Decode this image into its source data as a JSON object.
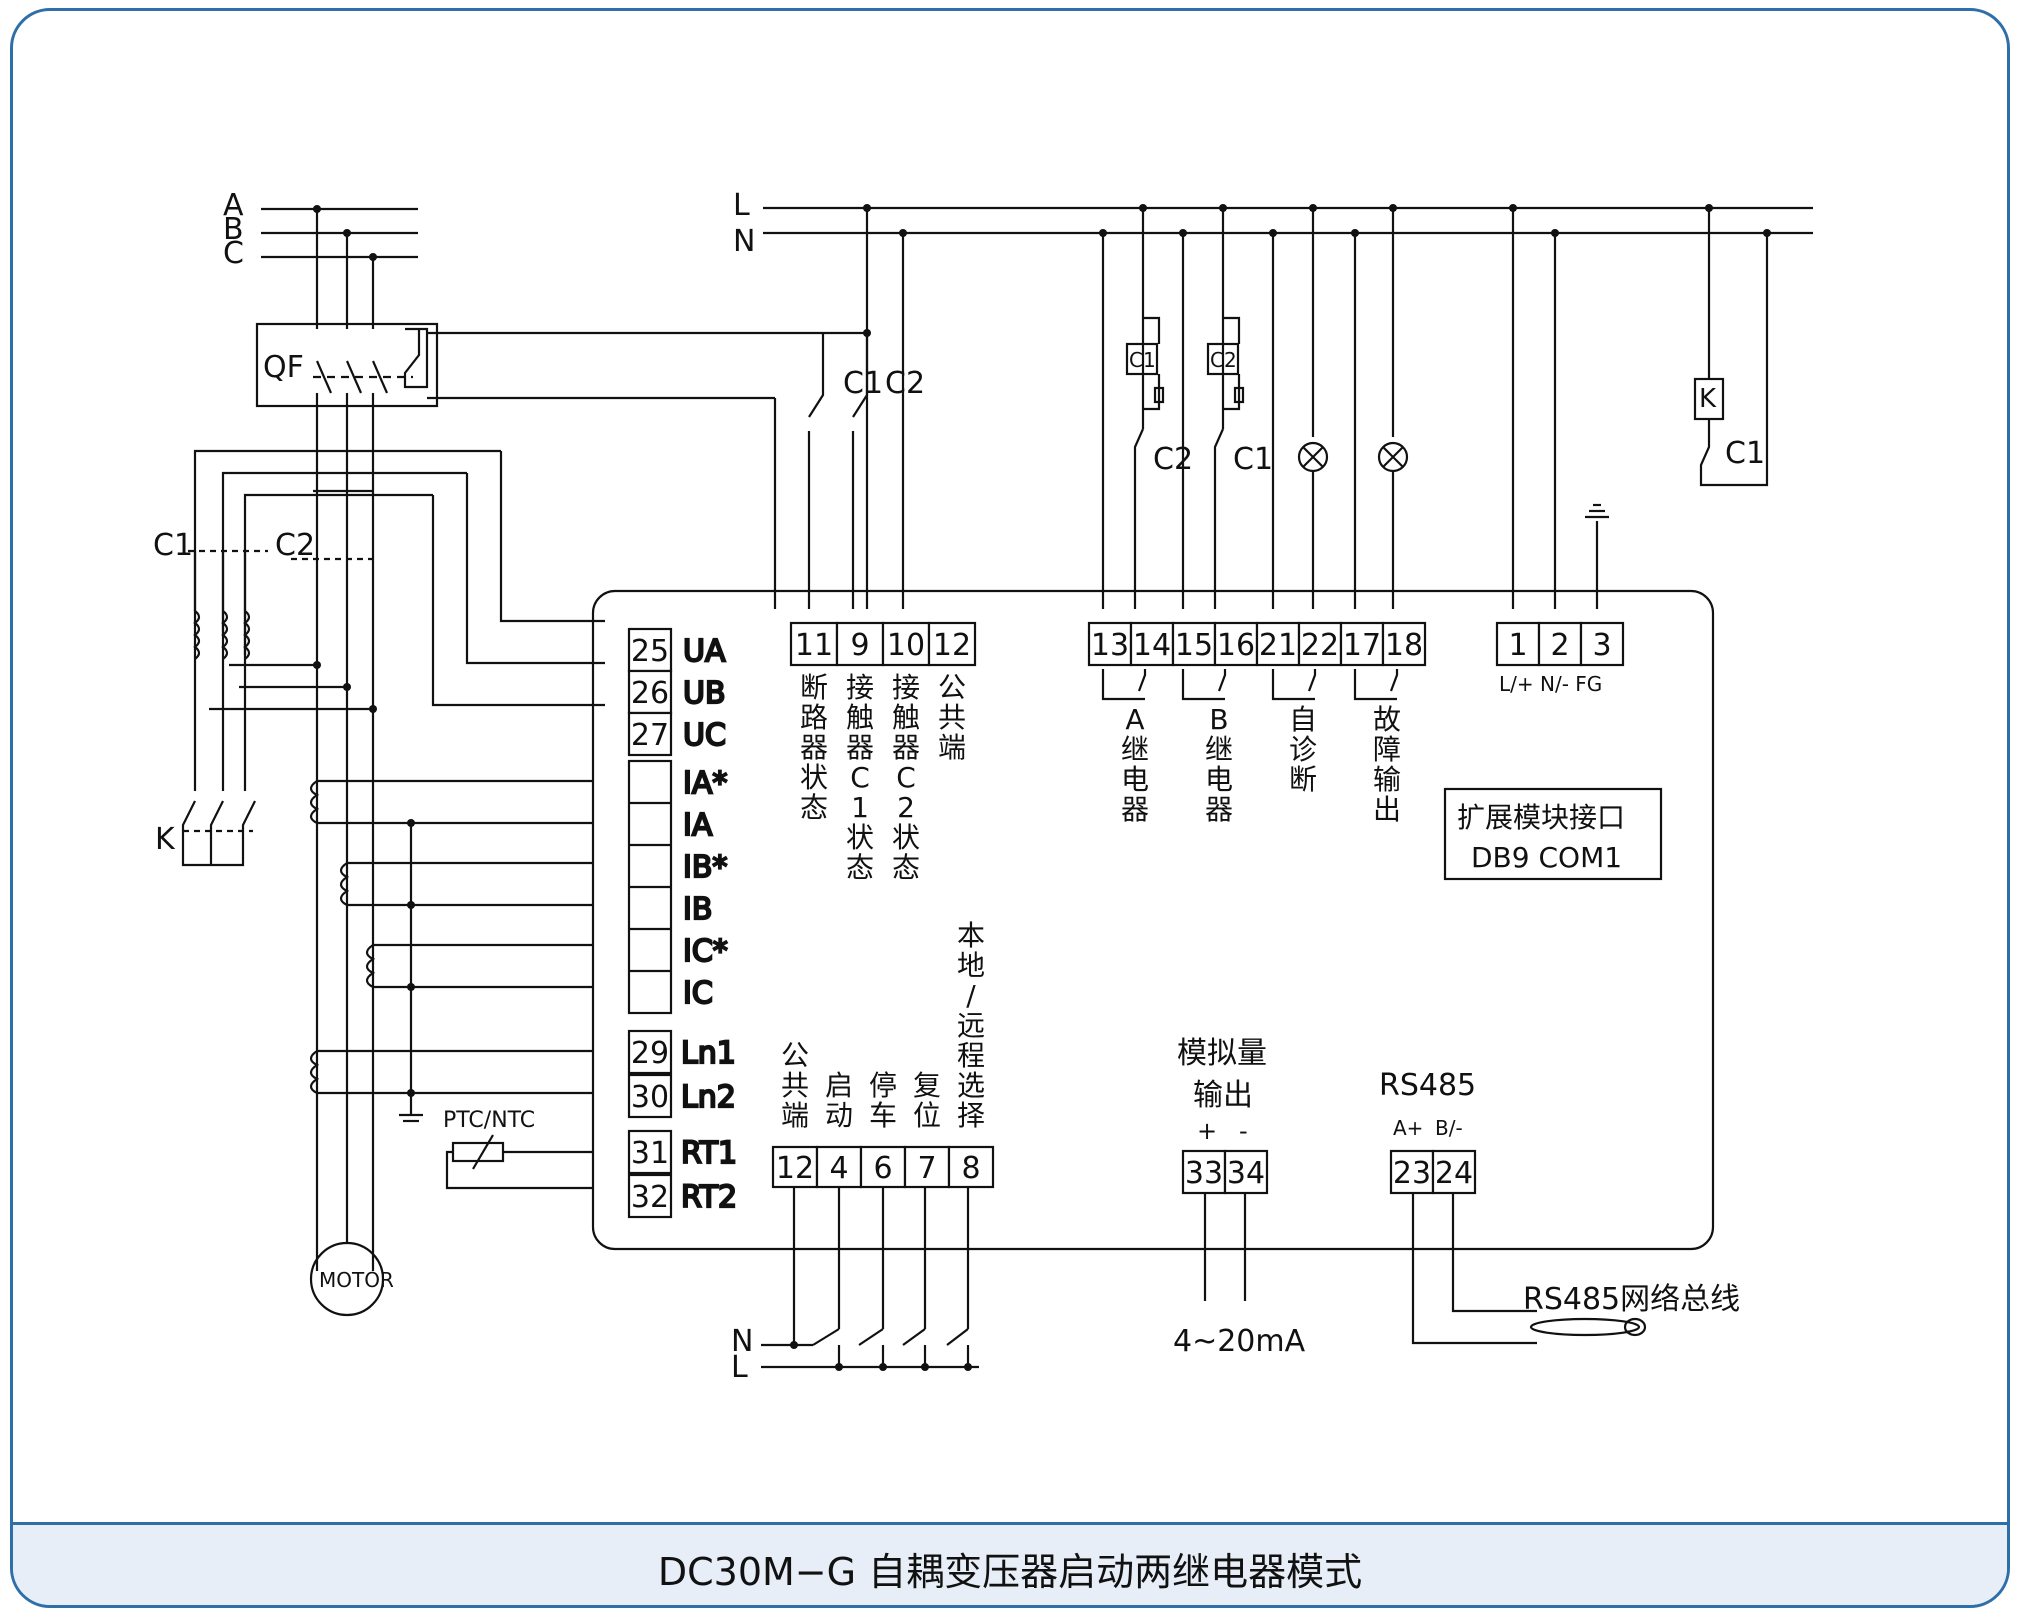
{
  "title": "DC30M−G 自耦变压器启动两继电器模式",
  "phases": [
    "A",
    "B",
    "C"
  ],
  "supply": [
    "L",
    "N"
  ],
  "qf": "QF",
  "contactor_c1": "C1",
  "contactor_c2": "C2",
  "contactor_k": "K",
  "motor": "MOTOR",
  "left_terminals": [
    {
      "num": "25",
      "label": "UA"
    },
    {
      "num": "26",
      "label": "UB"
    },
    {
      "num": "27",
      "label": "UC"
    }
  ],
  "ct_terminals": [
    "IA*",
    "IA",
    "IB*",
    "IB",
    "IC*",
    "IC"
  ],
  "ln_terminals": [
    {
      "num": "29",
      "label": "Ln1"
    },
    {
      "num": "30",
      "label": "Ln2"
    }
  ],
  "rt_terminals": [
    {
      "num": "31",
      "label": "RT1"
    },
    {
      "num": "32",
      "label": "RT2"
    }
  ],
  "ptc_label": "PTC/NTC",
  "status_terminals": [
    {
      "num": "11",
      "label": "断路器状态"
    },
    {
      "num": "9",
      "label": "接触器C1状态"
    },
    {
      "num": "10",
      "label": "接触器C2状态"
    },
    {
      "num": "12",
      "label": "公共端"
    }
  ],
  "relay_terminals": [
    {
      "num": "13"
    },
    {
      "num": "14"
    },
    {
      "num": "15"
    },
    {
      "num": "16"
    },
    {
      "num": "21"
    },
    {
      "num": "22"
    },
    {
      "num": "17"
    },
    {
      "num": "18"
    }
  ],
  "relay_labels": [
    "A继电器",
    "B继电器",
    "自诊断",
    "故障输出"
  ],
  "coil_c1": "C1",
  "coil_c2": "C2",
  "contact_c2": "C2",
  "contact_c1": "C1",
  "contact_k_c1": "C1",
  "coil_k": "K",
  "power_terminals": [
    {
      "num": "1"
    },
    {
      "num": "2"
    },
    {
      "num": "3"
    }
  ],
  "power_labels": "L/+  N/-  FG",
  "ext_module": {
    "line1": "扩展模块接口",
    "line2": "DB9 COM1"
  },
  "input_terminals": [
    {
      "num": "12",
      "label": "公共端"
    },
    {
      "num": "4",
      "label": "启动"
    },
    {
      "num": "6",
      "label": "停车"
    },
    {
      "num": "7",
      "label": "复位"
    },
    {
      "num": "8",
      "label": "本地/远程选择"
    }
  ],
  "analog": {
    "title1": "模拟量",
    "title2": "输出",
    "plus": "+",
    "minus": "-",
    "t1": "33",
    "t2": "34",
    "range": "4~20mA"
  },
  "rs485": {
    "title": "RS485",
    "a": "A+",
    "b": "B/-",
    "t1": "23",
    "t2": "24",
    "bus": "RS485网络总线"
  },
  "bottom_n": "N",
  "bottom_l": "L"
}
